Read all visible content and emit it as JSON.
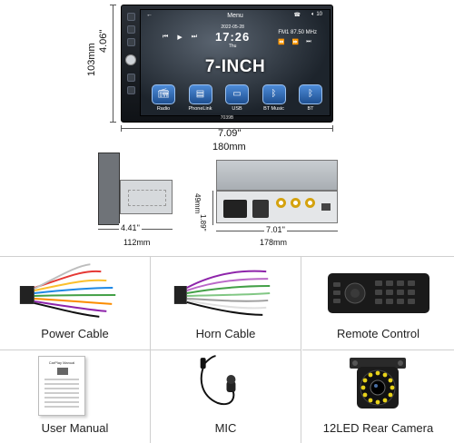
{
  "screen": {
    "menu": "Menu",
    "volume": "10",
    "date": "2022-05-28",
    "time": "17:26",
    "day": "Thu",
    "radio_freq": "FM1 87.50 MHz",
    "headline": "7-INCH",
    "model": "7039B",
    "apps": [
      {
        "label": "Radio",
        "icon": "radio-icon"
      },
      {
        "label": "PhoneLink",
        "icon": "phonelink-icon"
      },
      {
        "label": "USB",
        "icon": "usb-icon"
      },
      {
        "label": "BT Music",
        "icon": "bluetooth-icon"
      },
      {
        "label": "BT",
        "icon": "bluetooth-icon"
      }
    ]
  },
  "dimensions": {
    "height_in": "4.06''",
    "height_mm": "103mm",
    "width_in": "7.09''",
    "width_mm": "180mm",
    "side_in": "4.41''",
    "side_mm": "112mm",
    "rear_width_in": "7.01''",
    "rear_width_mm": "178mm",
    "rear_height_in": "1.89''",
    "rear_height_mm": "49mm"
  },
  "accessories": [
    {
      "label": "Power Cable"
    },
    {
      "label": "Horn Cable"
    },
    {
      "label": "Remote Control"
    },
    {
      "label": "User Manual",
      "title": "CarPlay Manual"
    },
    {
      "label": "MIC"
    },
    {
      "label": "12LED Rear Camera"
    }
  ],
  "colors": {
    "app_icon": "#2f6bb8",
    "rca_ring": "#d4a20f",
    "camera_led": "#e8d21a"
  }
}
